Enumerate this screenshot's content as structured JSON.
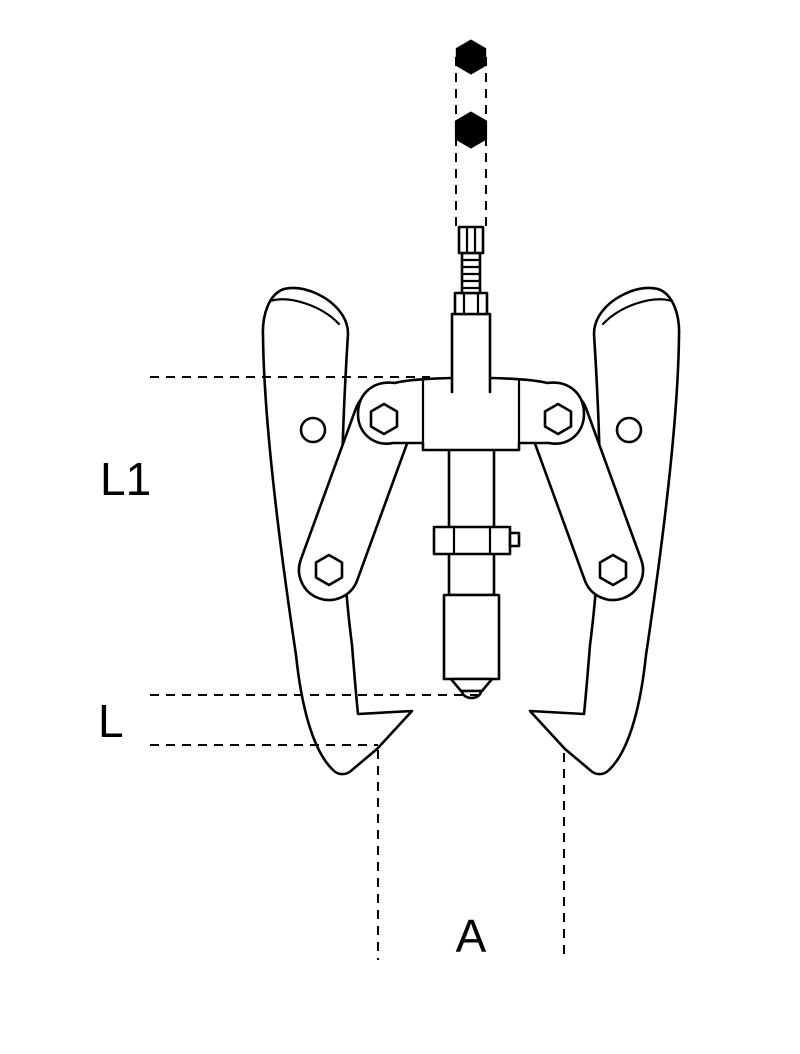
{
  "diagram": {
    "dimension_labels": {
      "l1": "L1",
      "l": "L",
      "a": "A"
    },
    "colors": {
      "line": "#000000",
      "background": "#ffffff"
    }
  }
}
